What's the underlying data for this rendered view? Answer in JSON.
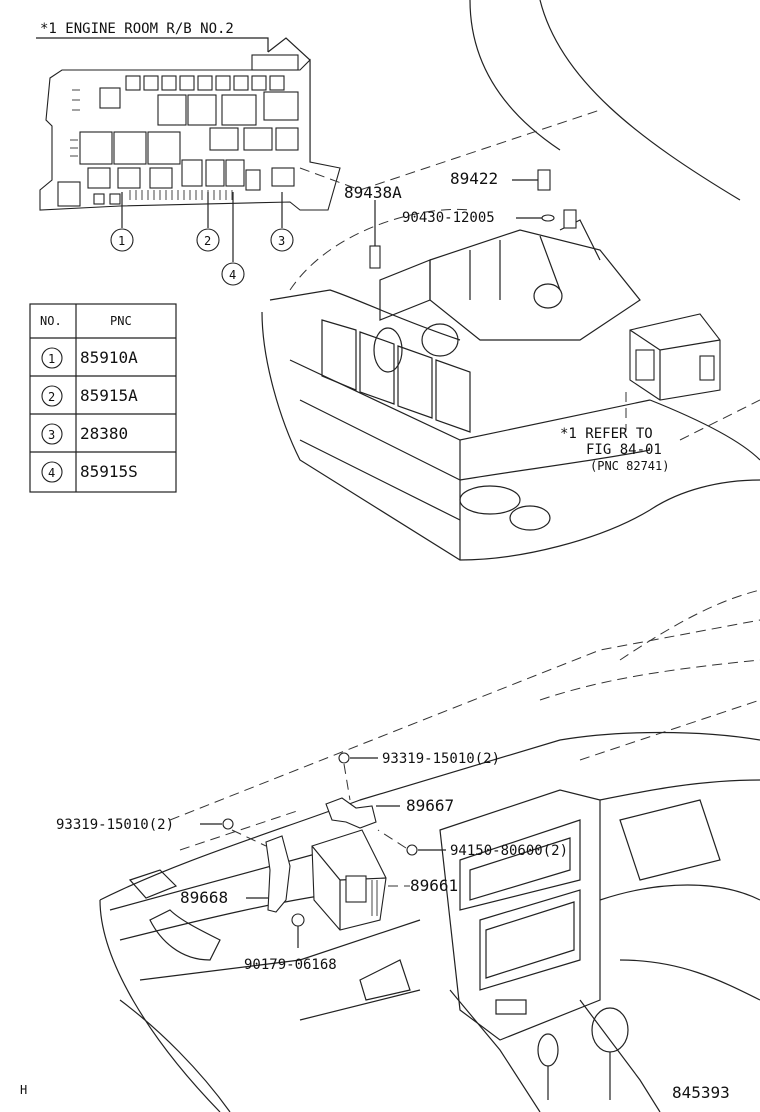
{
  "header": {
    "engine_room_note": "*1 ENGINE ROOM R/B NO.2"
  },
  "callouts": {
    "c1": "1",
    "c2": "2",
    "c3": "3",
    "c4": "4"
  },
  "table": {
    "col_no": "NO.",
    "col_pnc": "PNC",
    "rows": [
      {
        "no": "1",
        "pnc": "85910A"
      },
      {
        "no": "2",
        "pnc": "85915A"
      },
      {
        "no": "3",
        "pnc": "28380"
      },
      {
        "no": "4",
        "pnc": "85915S"
      }
    ]
  },
  "engine_parts": {
    "p89438A": "89438A",
    "p89422": "89422",
    "p90430": "90430-12005"
  },
  "refer_note": {
    "line1": "*1 REFER TO",
    "line2": "FIG 84-01",
    "line3": "(PNC 82741)"
  },
  "dash_parts": {
    "p93319_top": "93319-15010(2)",
    "p89667": "89667",
    "p93319_left": "93319-15010(2)",
    "p94150": "94150-80600(2)",
    "p89661": "89661",
    "p89668": "89668",
    "p90179": "90179-06168"
  },
  "footer": {
    "corner_mark": "H",
    "figure_number": "845393"
  }
}
